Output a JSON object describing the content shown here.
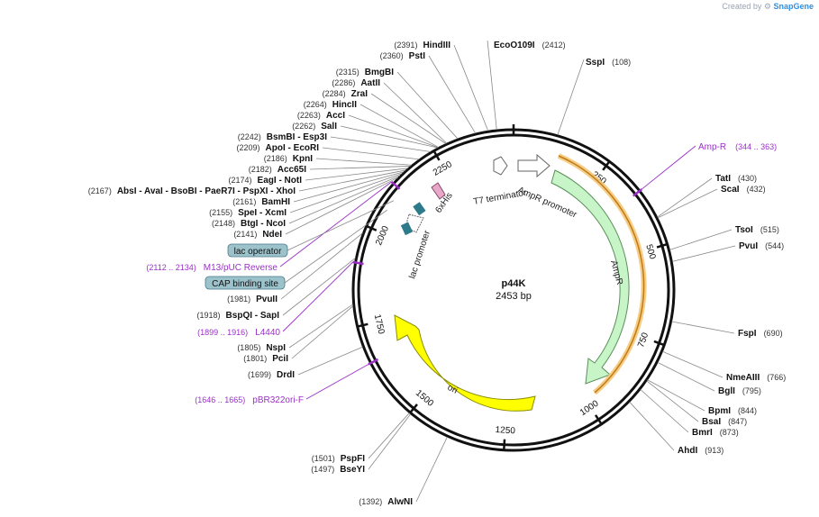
{
  "credit": {
    "created_by": "Created by",
    "brand": "SnapGene"
  },
  "plasmid": {
    "name": "p44K",
    "size_label": "2453 bp",
    "length": 2453
  },
  "ruler_ticks": [
    250,
    500,
    750,
    1000,
    1250,
    1500,
    1750,
    2000,
    2250
  ],
  "colors": {
    "backbone": "#111111",
    "primer": "#9b30c8",
    "ampr": "#c8f5c8",
    "ori": "#ffff00",
    "bluebox": "#9cc3cc"
  },
  "sites_right": [
    {
      "name": "EcoO109I",
      "pos": "(2412)"
    },
    {
      "name": "SspI",
      "pos": "(108)"
    },
    {
      "name": "TatI",
      "pos": "(430)"
    },
    {
      "name": "ScaI",
      "pos": "(432)"
    },
    {
      "name": "TsoI",
      "pos": "(515)"
    },
    {
      "name": "PvuI",
      "pos": "(544)"
    },
    {
      "name": "FspI",
      "pos": "(690)"
    },
    {
      "name": "NmeAIII",
      "pos": "(766)"
    },
    {
      "name": "BglI",
      "pos": "(795)"
    },
    {
      "name": "BpmI",
      "pos": "(844)"
    },
    {
      "name": "BsaI",
      "pos": "(847)"
    },
    {
      "name": "BmrI",
      "pos": "(873)"
    },
    {
      "name": "AhdI",
      "pos": "(913)"
    }
  ],
  "sites_left": [
    {
      "pos": "(2391)",
      "name": "HindIII"
    },
    {
      "pos": "(2360)",
      "name": "PstI"
    },
    {
      "pos": "(2315)",
      "name": "BmgBI"
    },
    {
      "pos": "(2286)",
      "name": "AatII"
    },
    {
      "pos": "(2284)",
      "name": "ZraI"
    },
    {
      "pos": "(2264)",
      "name": "HincII"
    },
    {
      "pos": "(2263)",
      "name": "AccI"
    },
    {
      "pos": "(2262)",
      "name": "SalI"
    },
    {
      "pos": "(2242)",
      "name": "BsmBI - Esp3I"
    },
    {
      "pos": "(2209)",
      "name": "ApoI - EcoRI"
    },
    {
      "pos": "(2186)",
      "name": "KpnI"
    },
    {
      "pos": "(2182)",
      "name": "Acc65I"
    },
    {
      "pos": "(2174)",
      "name": "EagI - NotI"
    },
    {
      "pos": "(2167)",
      "name": "AbsI - AvaI - BsoBI - PaeR7I - PspXI - XhoI"
    },
    {
      "pos": "(2161)",
      "name": "BamHI"
    },
    {
      "pos": "(2155)",
      "name": "SpeI - XcmI"
    },
    {
      "pos": "(2148)",
      "name": "BtgI - NcoI"
    },
    {
      "pos": "(2141)",
      "name": "NdeI"
    },
    {
      "pos": "(1981)",
      "name": "PvuII"
    },
    {
      "pos": "(1918)",
      "name": "BspQI - SapI"
    },
    {
      "pos": "(1805)",
      "name": "NspI"
    },
    {
      "pos": "(1801)",
      "name": "PciI"
    },
    {
      "pos": "(1699)",
      "name": "DrdI"
    },
    {
      "pos": "(1501)",
      "name": "PspFI"
    },
    {
      "pos": "(1497)",
      "name": "BseYI"
    },
    {
      "pos": "(1392)",
      "name": "AlwNI"
    }
  ],
  "primers": [
    {
      "name": "Amp-R",
      "range": "(344 .. 363)"
    },
    {
      "name": "M13/pUC Reverse",
      "range": "(2112 .. 2134)"
    },
    {
      "name": "L4440",
      "range": "(1899 .. 1916)"
    },
    {
      "name": "pBR322ori-F",
      "range": "(1646 .. 1665)"
    }
  ],
  "boxed_labels": [
    "lac operator",
    "CAP binding site"
  ],
  "features": [
    "AmpR",
    "AmpR promoter",
    "T7 terminator",
    "6xHis",
    "lac promoter",
    "ori"
  ]
}
